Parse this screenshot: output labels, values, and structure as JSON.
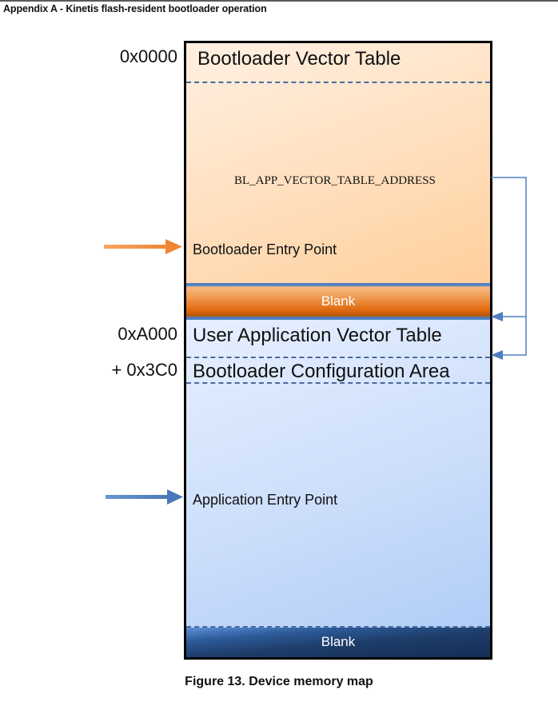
{
  "header": {
    "title": "Appendix A - Kinetis flash-resident bootloader operation"
  },
  "memory_map": {
    "addresses": {
      "bootloader_start": "0x0000",
      "app_start": "0xA000",
      "config_offset": "+ 0x3C0"
    },
    "regions": {
      "bootloader_vector_table": "Bootloader Vector Table",
      "bl_app_vector_table_address": "BL_APP_VECTOR_TABLE_ADDRESS",
      "bootloader_entry_point": "Bootloader Entry Point",
      "blank_upper": "Blank",
      "user_app_vector_table": "User Application Vector Table",
      "bootloader_config_area": "Bootloader Configuration Area",
      "application_entry_point": "Application Entry Point",
      "blank_lower": "Blank"
    },
    "colors": {
      "bootloader_region": "#ffcf9c",
      "blank_upper": "#e0690e",
      "app_region": "#b1cdf7",
      "blank_lower": "#152f55",
      "arrow_orange": "#f08a3c",
      "arrow_blue": "#4f7fc0",
      "pointer_line": "#4f7fc0"
    }
  },
  "caption": "Figure 13. Device memory map"
}
